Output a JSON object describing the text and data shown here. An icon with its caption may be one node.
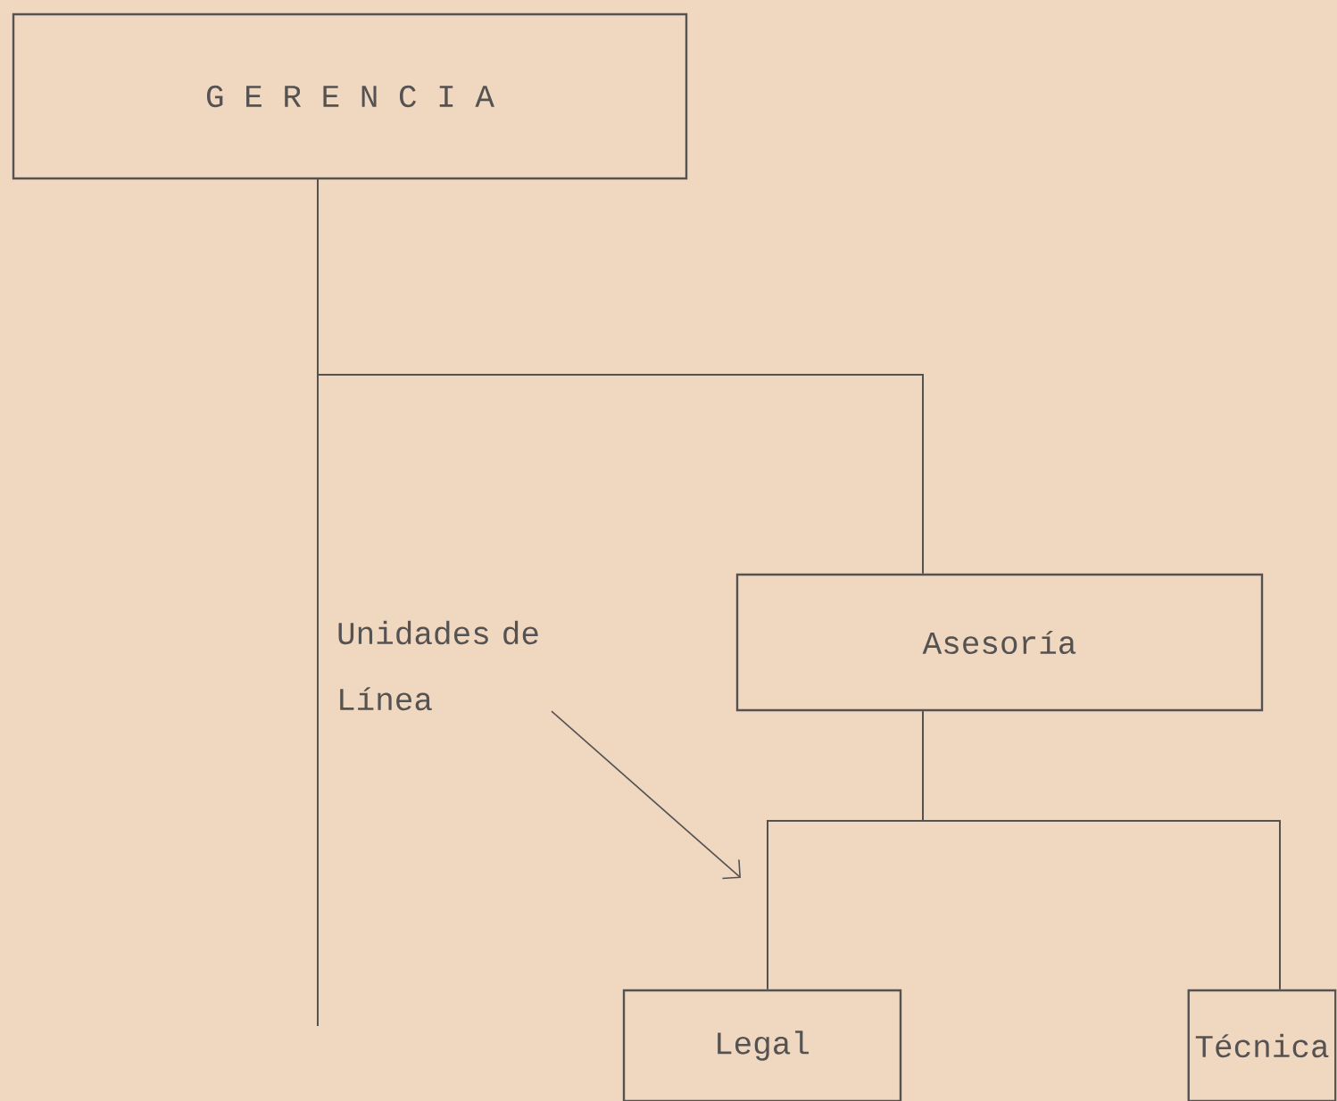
{
  "diagram": {
    "nodes": [
      {
        "text": [
          "G E R E N C I A"
        ]
      },
      {
        "text": [
          "Asesoría"
        ]
      },
      {
        "text": [
          "Legal"
        ]
      },
      {
        "text": [
          "Técnica"
        ]
      },
      {
        "text": [
          "Unidades de Línea"
        ]
      }
    ],
    "edges": [
      {
        "from": 0,
        "to": null,
        "arrow": "none"
      },
      {
        "from": 0,
        "to": 1,
        "arrow": "none"
      },
      {
        "from": 1,
        "to": 2,
        "arrow": "none"
      },
      {
        "from": 1,
        "to": 3,
        "arrow": "none"
      },
      {
        "from": 4,
        "to": null,
        "arrow": "to"
      }
    ]
  }
}
